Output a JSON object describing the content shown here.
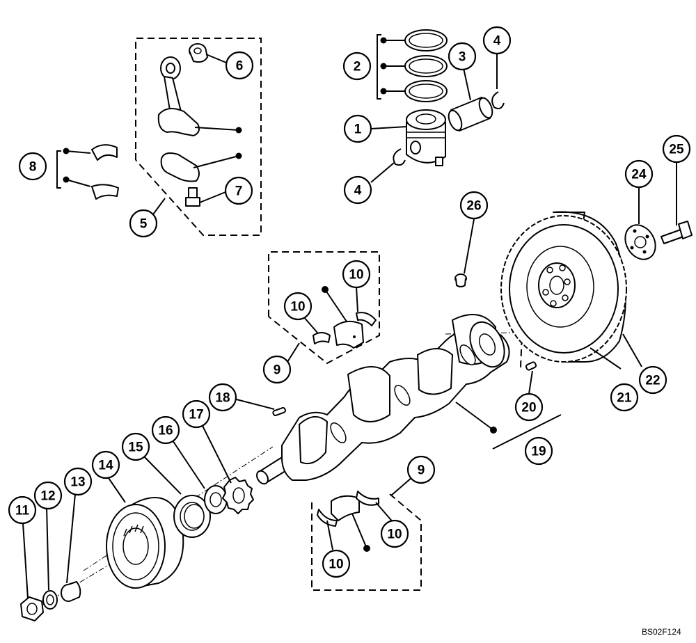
{
  "drawing_code": "BS02F124",
  "callouts": {
    "c1": "1",
    "c2": "2",
    "c3": "3",
    "c4a": "4",
    "c4b": "4",
    "c5": "5",
    "c6": "6",
    "c7": "7",
    "c8": "8",
    "c9a": "9",
    "c9b": "9",
    "c10a": "10",
    "c10b": "10",
    "c10c": "10",
    "c10d": "10",
    "c11": "11",
    "c12": "12",
    "c13": "13",
    "c14": "14",
    "c15": "15",
    "c16": "16",
    "c17": "17",
    "c18": "18",
    "c19": "19",
    "c20": "20",
    "c21": "21",
    "c22": "22",
    "c24": "24",
    "c25": "25",
    "c26": "26"
  }
}
